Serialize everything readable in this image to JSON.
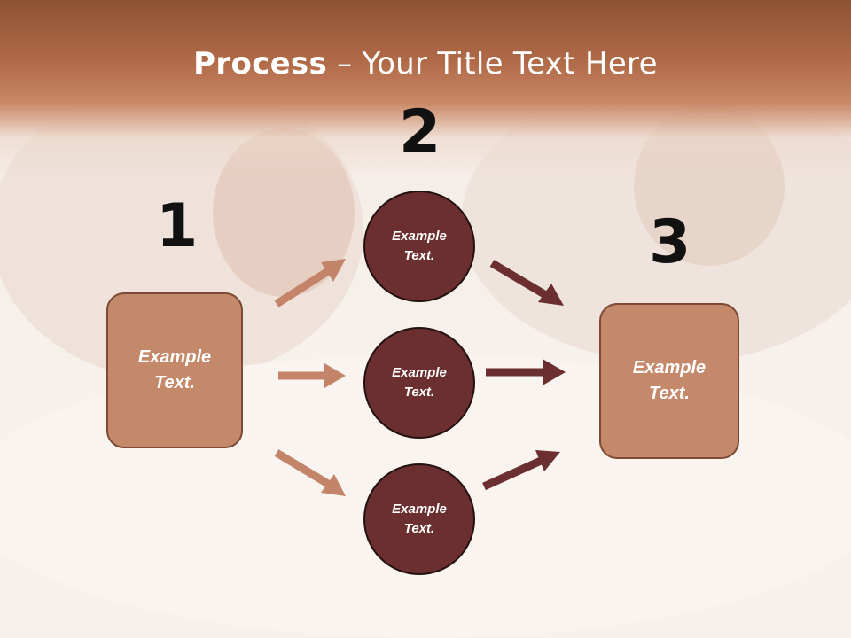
{
  "slide": {
    "title_bold": "Process",
    "title_rest": " – Your Title Text Here",
    "numbers": [
      "1",
      "2",
      "3"
    ],
    "left_box": {
      "text": "Example\nText."
    },
    "circles": [
      {
        "text": "Example\nText."
      },
      {
        "text": "Example\nText."
      },
      {
        "text": "Example\nText."
      }
    ],
    "right_box": {
      "text": "Example\nText."
    }
  },
  "colors": {
    "header": "#b06a48",
    "box_fill": "#c4886a",
    "circle_fill": "#6b2f2f",
    "arrow_light": "#c4846a",
    "arrow_dark": "#6b2f2f"
  }
}
